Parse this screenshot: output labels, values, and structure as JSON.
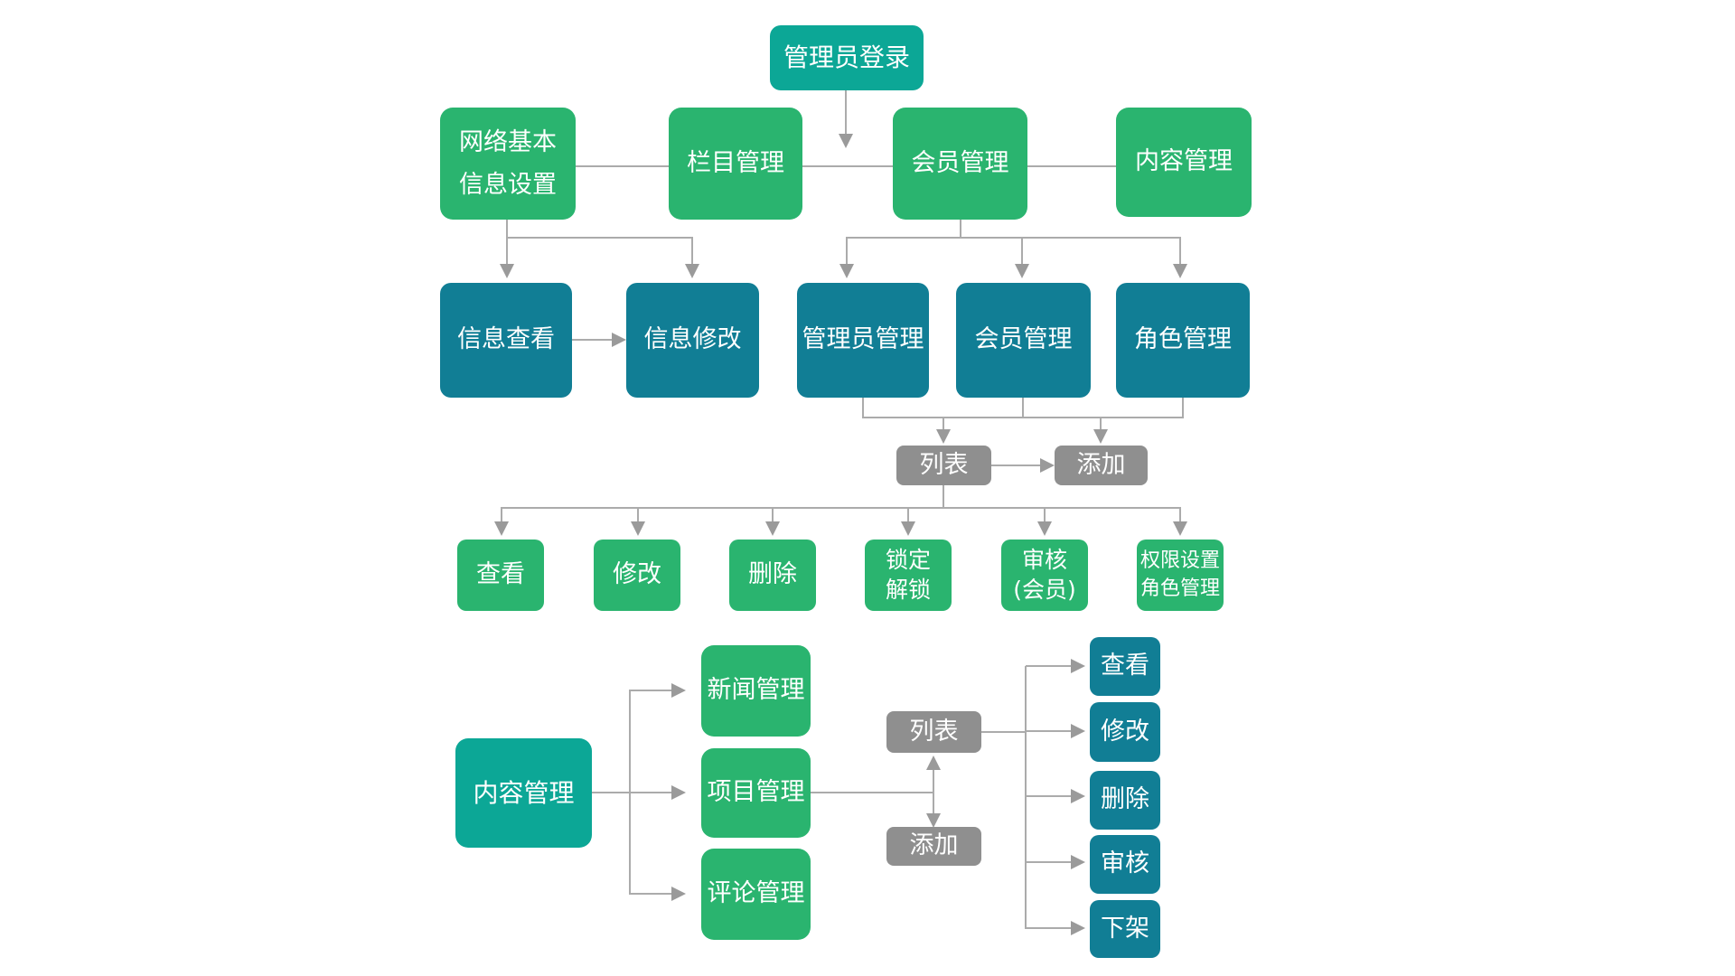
{
  "colors": {
    "green": "#2ab46f",
    "teal": "#0ca796",
    "dark_teal": "#117e95",
    "gray": "#8f8f8f",
    "connector": "#ababab",
    "arrowhead": "#9a9a9a",
    "text": "#ffffff",
    "background": "#ffffff"
  },
  "flowchart": {
    "login": {
      "label": "管理员登录"
    },
    "level2": [
      {
        "lines": [
          "网络基本",
          "信息设置"
        ]
      },
      {
        "label": "栏目管理"
      },
      {
        "label": "会员管理"
      },
      {
        "label": "内容管理"
      }
    ],
    "level3": [
      {
        "label": "信息查看"
      },
      {
        "label": "信息修改"
      },
      {
        "label": "管理员管理"
      },
      {
        "label": "会员管理"
      },
      {
        "label": "角色管理"
      }
    ],
    "list_add": [
      {
        "label": "列表"
      },
      {
        "label": "添加"
      }
    ],
    "level5": [
      {
        "label": "查看"
      },
      {
        "label": "修改"
      },
      {
        "label": "删除"
      },
      {
        "lines": [
          "锁定",
          "解锁"
        ]
      },
      {
        "lines": [
          "审核",
          "(会员)"
        ]
      },
      {
        "lines": [
          "权限设置",
          "角色管理"
        ]
      }
    ],
    "content_section": {
      "root": {
        "label": "内容管理"
      },
      "children": [
        {
          "label": "新闻管理"
        },
        {
          "label": "项目管理"
        },
        {
          "label": "评论管理"
        }
      ],
      "list": {
        "label": "列表"
      },
      "add": {
        "label": "添加"
      },
      "actions": [
        {
          "label": "查看"
        },
        {
          "label": "修改"
        },
        {
          "label": "删除"
        },
        {
          "label": "审核"
        },
        {
          "label": "下架"
        }
      ]
    }
  }
}
